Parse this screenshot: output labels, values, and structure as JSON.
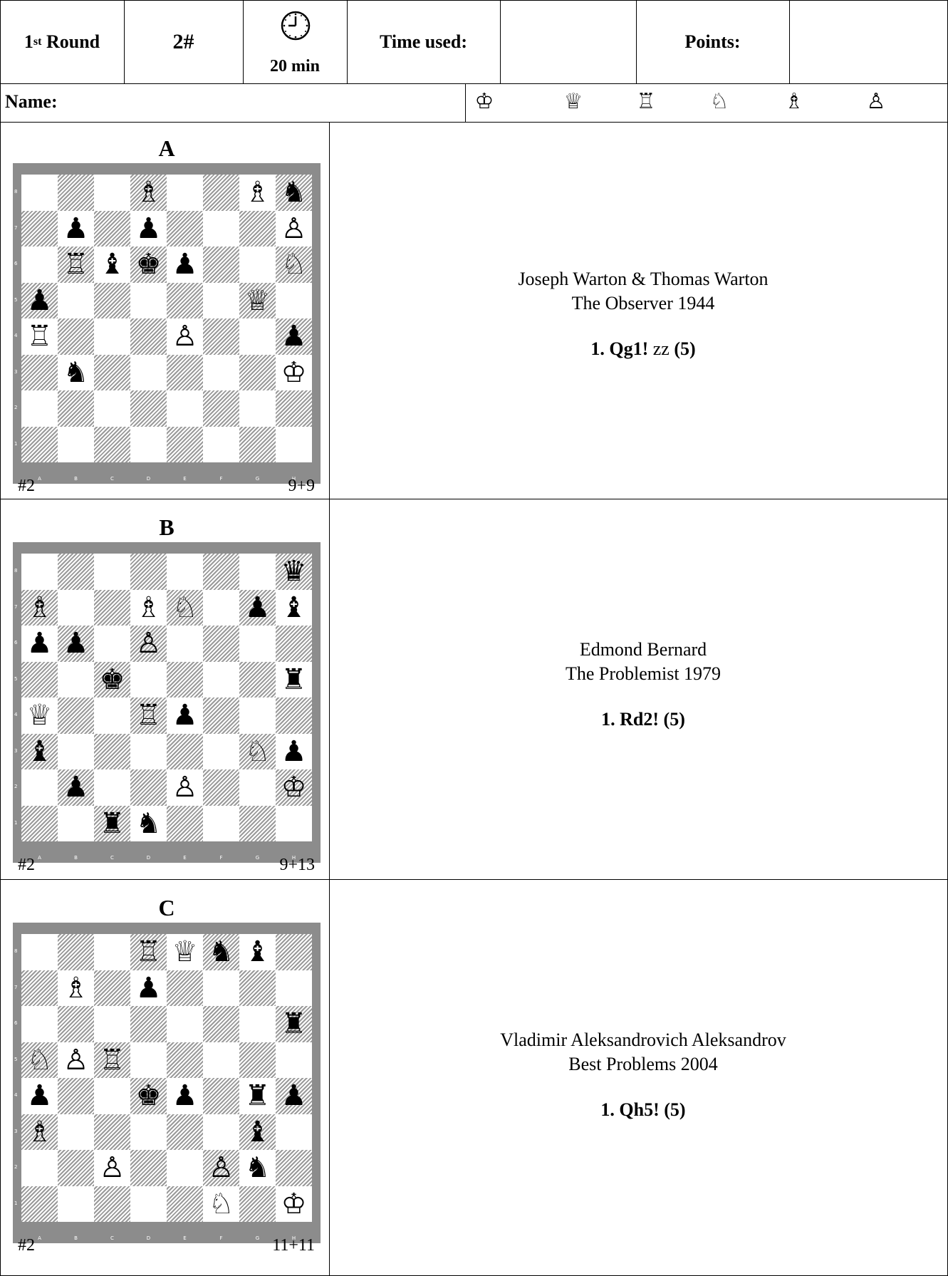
{
  "header": {
    "round_number": "1",
    "round_sup": "st",
    "round_word": " Round",
    "stipulation": "2#",
    "time_limit": "20 min",
    "time_used_label": "Time used:",
    "points_label": "Points:",
    "name_label": "Name:",
    "piece_icons": [
      "white-king-icon",
      "white-queen-icon",
      "white-rook-icon",
      "white-knight-icon",
      "white-bishop-icon",
      "white-pawn-icon"
    ]
  },
  "problems": [
    {
      "letter": "A",
      "stipulation": "#2",
      "count": "9+9",
      "authors": "Joseph Warton & Thomas Warton",
      "source": "The Observer 1944",
      "solution_move": "1. Qg1!",
      "solution_note": "zz",
      "solution_points": "(5)",
      "pieces": [
        {
          "sq": "d8",
          "p": "wB"
        },
        {
          "sq": "g8",
          "p": "wB"
        },
        {
          "sq": "h8",
          "p": "bN"
        },
        {
          "sq": "b7",
          "p": "bP"
        },
        {
          "sq": "d7",
          "p": "bP"
        },
        {
          "sq": "h7",
          "p": "wP"
        },
        {
          "sq": "b6",
          "p": "wR"
        },
        {
          "sq": "c6",
          "p": "bB"
        },
        {
          "sq": "d6",
          "p": "bK"
        },
        {
          "sq": "e6",
          "p": "bP"
        },
        {
          "sq": "h6",
          "p": "wN"
        },
        {
          "sq": "a5",
          "p": "bP"
        },
        {
          "sq": "g5",
          "p": "wQ"
        },
        {
          "sq": "a4",
          "p": "wR"
        },
        {
          "sq": "e4",
          "p": "wP"
        },
        {
          "sq": "h4",
          "p": "bP"
        },
        {
          "sq": "b3",
          "p": "bN"
        },
        {
          "sq": "h3",
          "p": "wK"
        }
      ]
    },
    {
      "letter": "B",
      "stipulation": "#2",
      "count": "9+13",
      "authors": "Edmond Bernard",
      "source": "The Problemist 1979",
      "solution_move": "1. Rd2!",
      "solution_note": "",
      "solution_points": "(5)",
      "pieces": [
        {
          "sq": "h8",
          "p": "bQ"
        },
        {
          "sq": "a7",
          "p": "wB"
        },
        {
          "sq": "d7",
          "p": "wB"
        },
        {
          "sq": "e7",
          "p": "wN"
        },
        {
          "sq": "g7",
          "p": "bP"
        },
        {
          "sq": "h7",
          "p": "bB"
        },
        {
          "sq": "a6",
          "p": "bP"
        },
        {
          "sq": "b6",
          "p": "bP"
        },
        {
          "sq": "d6",
          "p": "wP"
        },
        {
          "sq": "c5",
          "p": "bK"
        },
        {
          "sq": "h5",
          "p": "bR"
        },
        {
          "sq": "a4",
          "p": "wQ"
        },
        {
          "sq": "d4",
          "p": "wR"
        },
        {
          "sq": "e4",
          "p": "bP"
        },
        {
          "sq": "a3",
          "p": "bB"
        },
        {
          "sq": "g3",
          "p": "wN"
        },
        {
          "sq": "h3",
          "p": "bP"
        },
        {
          "sq": "b2",
          "p": "bP"
        },
        {
          "sq": "e2",
          "p": "wP"
        },
        {
          "sq": "h2",
          "p": "wK"
        },
        {
          "sq": "c1",
          "p": "bR"
        },
        {
          "sq": "d1",
          "p": "bN"
        }
      ]
    },
    {
      "letter": "C",
      "stipulation": "#2",
      "count": "11+11",
      "authors": "Vladimir Aleksandrovich Aleksandrov",
      "source": "Best Problems 2004",
      "solution_move": "1. Qh5!",
      "solution_note": "",
      "solution_points": "(5)",
      "pieces": [
        {
          "sq": "d8",
          "p": "wR"
        },
        {
          "sq": "e8",
          "p": "wQ"
        },
        {
          "sq": "f8",
          "p": "bN"
        },
        {
          "sq": "g8",
          "p": "bB"
        },
        {
          "sq": "b7",
          "p": "wB"
        },
        {
          "sq": "d7",
          "p": "bP"
        },
        {
          "sq": "h6",
          "p": "bR"
        },
        {
          "sq": "a5",
          "p": "wN"
        },
        {
          "sq": "b5",
          "p": "wP"
        },
        {
          "sq": "c5",
          "p": "wR"
        },
        {
          "sq": "a4",
          "p": "bP"
        },
        {
          "sq": "d4",
          "p": "bK"
        },
        {
          "sq": "e4",
          "p": "bP"
        },
        {
          "sq": "g4",
          "p": "bR"
        },
        {
          "sq": "h4",
          "p": "bP"
        },
        {
          "sq": "a3",
          "p": "wB"
        },
        {
          "sq": "g3",
          "p": "bB"
        },
        {
          "sq": "c2",
          "p": "wP"
        },
        {
          "sq": "f2",
          "p": "wP"
        },
        {
          "sq": "g2",
          "p": "bN"
        },
        {
          "sq": "f1",
          "p": "wN"
        },
        {
          "sq": "h1",
          "p": "wK"
        }
      ]
    }
  ],
  "board_labels": {
    "files": [
      "A",
      "B",
      "C",
      "D",
      "E",
      "F",
      "G",
      "H"
    ],
    "ranks": [
      "8",
      "7",
      "6",
      "5",
      "4",
      "3",
      "2",
      "1"
    ]
  }
}
